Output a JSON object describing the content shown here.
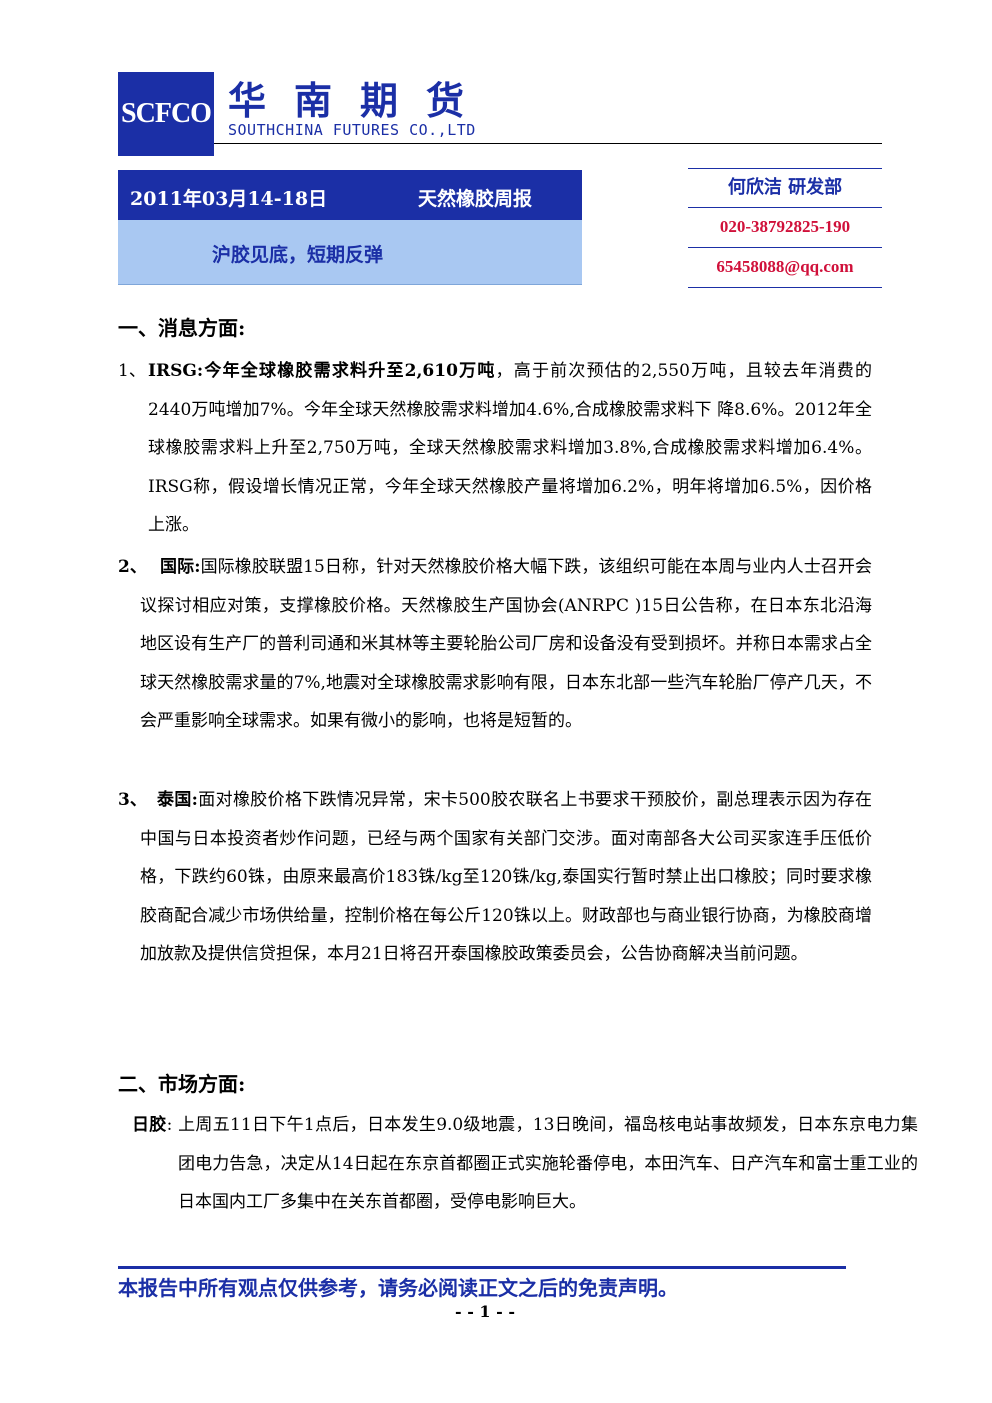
{
  "header": {
    "logo": "SCFCO",
    "company_cn": "华南期货",
    "company_en": "SOUTHCHINA FUTURES CO.,LTD"
  },
  "title": {
    "date": "2011年03月14-18日",
    "report_name": "天然橡胶周报",
    "subtitle": "沪胶见底，短期反弹"
  },
  "contact": {
    "name": "何欣洁 研发部",
    "phone": "020-38792825-190",
    "email": "65458088@qq.com"
  },
  "sections": {
    "news_heading": "一、消息方面:",
    "item1_num": "1、",
    "item1_lead": "IRSG:今年全球橡胶需求料升至2,610万吨",
    "item1_text": "，高于前次预估的2,550万吨，且较去年消费的2440万吨增加7%。今年全球天然橡胶需求料增加4.6%,合成橡胶需求料下 降8.6%。2012年全球橡胶需求料上升至2,750万吨，全球天然橡胶需求料增加3.8%,合成橡胶需求料增加6.4%。IRSG称，假设增长情况正常，今年全球天然橡胶产量将增加6.2%，明年将增加6.5%，因价格上涨。",
    "item2_num": "2、",
    "item2_lead": "国际:",
    "item2_text": "国际橡胶联盟15日称，针对天然橡胶价格大幅下跌，该组织可能在本周与业内人士召开会议探讨相应对策，支撑橡胶价格。天然橡胶生产国协会(ANRPC )15日公告称，在日本东北沿海地区设有生产厂的普利司通和米其林等主要轮胎公司厂房和设备没有受到损坏。并称日本需求占全球天然橡胶需求量的7%,地震对全球橡胶需求影响有限，日本东北部一些汽车轮胎厂停产几天，不会严重影响全球需求。如果有微小的影响，也将是短暂的。",
    "item3_num": "3、",
    "item3_lead": "泰国:",
    "item3_text": "面对橡胶价格下跌情况异常，宋卡500胶农联名上书要求干预胶价，副总理表示因为存在中国与日本投资者炒作问题，已经与两个国家有关部门交涉。面对南部各大公司买家连手压低价格，下跌约60铢，由原来最高价183铢/kg至120铢/kg,泰国实行暂时禁止出口橡胶；同时要求橡胶商配合减少市场供给量，控制价格在每公斤120铢以上。财政部也与商业银行协商，为橡胶商增加放款及提供信贷担保，本月21日将召开泰国橡胶政策委员会，公告协商解决当前问题。",
    "market_heading": "二、市场方面:",
    "japan_lead": "日胶",
    "japan_text": ": 上周五11日下午1点后，日本发生9.0级地震，13日晚间，福岛核电站事故频发，日本东京电力集团电力告急，决定从14日起在东京首都圈正式实施轮番停电，本田汽车、日产汽车和富士重工业的日本国内工厂多集中在关东首都圈，受停电影响巨大。"
  },
  "footer": {
    "disclaimer": "本报告中所有观点仅供参考，请务必阅读正文之后的免责声明。",
    "page": "- - 1 - -"
  },
  "colors": {
    "brand_blue": "#1b2fa6",
    "light_blue": "#a9c8f2",
    "contact_red": "#d0103a"
  }
}
